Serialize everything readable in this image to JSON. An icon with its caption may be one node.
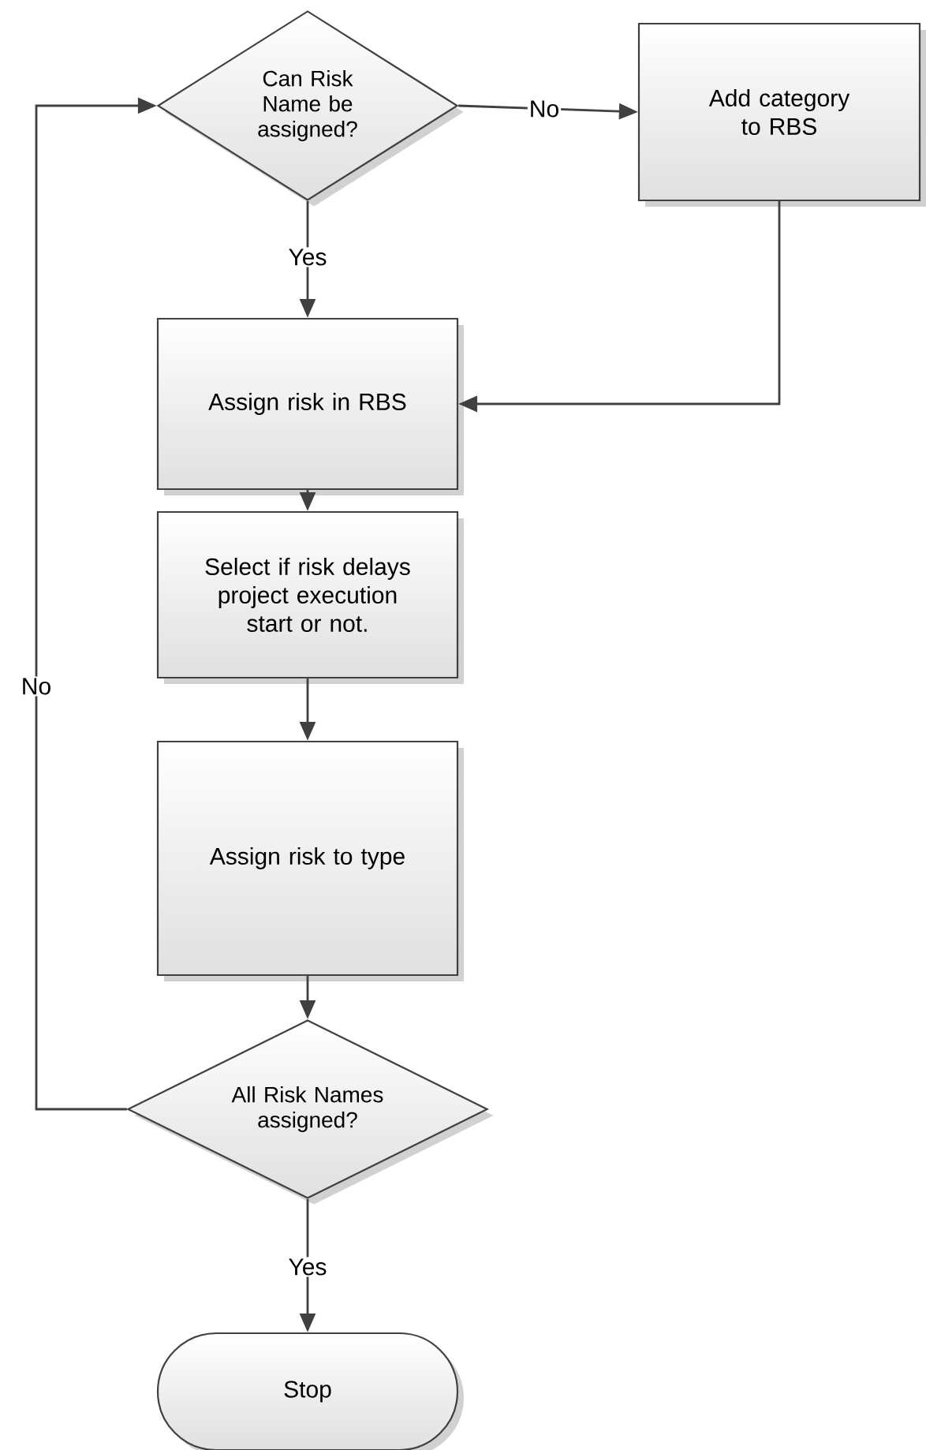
{
  "diagram": {
    "nodes": [
      {
        "text": [
          "Can Risk Name be assigned?"
        ]
      },
      {
        "text": [
          "Add category to RBS"
        ]
      },
      {
        "text": [
          "Assign risk in RBS"
        ]
      },
      {
        "text": [
          "Select if risk delays project execution start or not."
        ]
      },
      {
        "text": [
          "Assign risk to type"
        ]
      },
      {
        "text": [
          "All Risk Names assigned?"
        ]
      },
      {
        "text": [
          "Stop"
        ]
      }
    ],
    "edges": [
      {
        "from": 0,
        "to": 1,
        "arrow": "to",
        "label": "No"
      },
      {
        "from": 0,
        "to": 2,
        "arrow": "to",
        "label": "Yes"
      },
      {
        "from": 1,
        "to": 2,
        "arrow": "to"
      },
      {
        "from": 2,
        "to": 3,
        "arrow": "to"
      },
      {
        "from": 3,
        "to": 4,
        "arrow": "to"
      },
      {
        "from": 4,
        "to": 5,
        "arrow": "to"
      },
      {
        "from": 5,
        "to": 0,
        "arrow": "to",
        "label": "No"
      },
      {
        "from": 5,
        "to": 6,
        "arrow": "to",
        "label": "Yes"
      }
    ]
  }
}
